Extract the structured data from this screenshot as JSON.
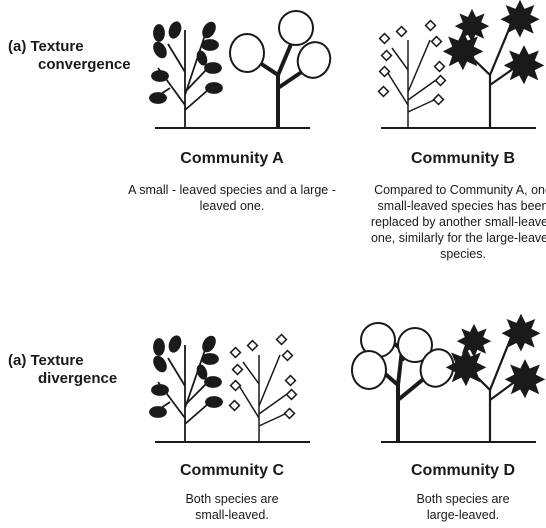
{
  "rows": [
    {
      "label_line1": "(a)  Texture",
      "label_line2": "convergence",
      "left": {
        "title": "Community A",
        "desc": "A small - leaved species and a large - leaved one."
      },
      "right": {
        "title": "Community B",
        "desc": "Compared to Community A, one small-leaved species has been replaced by another small-leaved one, similarly for the large-leaved species."
      }
    },
    {
      "label_line1": "(a)  Texture",
      "label_line2": "divergence",
      "left": {
        "title": "Community C",
        "desc": "Both species are small-leaved."
      },
      "right": {
        "title": "Community D",
        "desc": "Both species are large-leaved."
      }
    }
  ]
}
